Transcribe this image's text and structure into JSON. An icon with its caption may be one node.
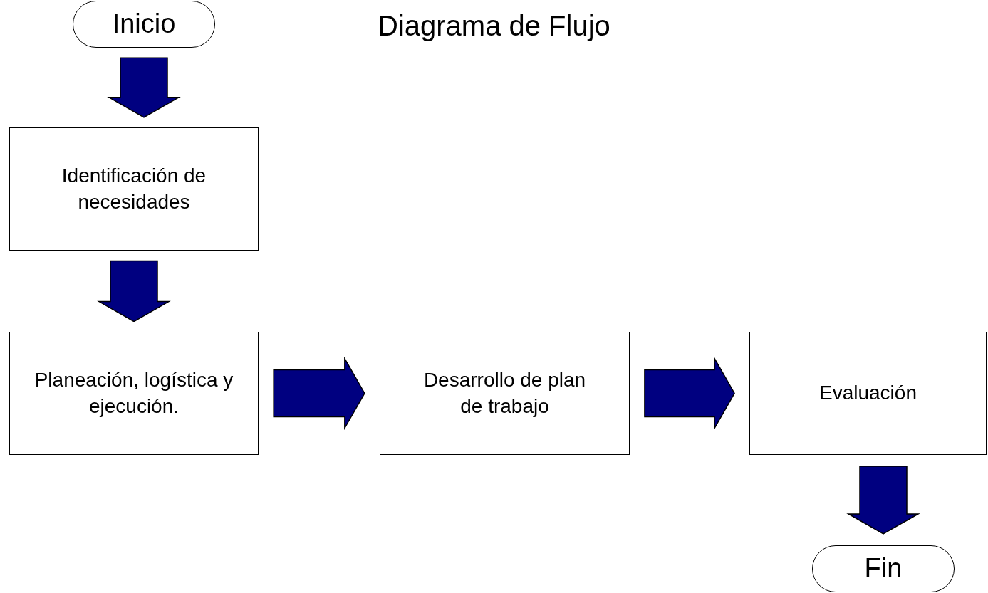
{
  "diagram": {
    "title": "Diagrama de Flujo",
    "nodes": [
      {
        "text": [
          "Inicio"
        ]
      },
      {
        "text": [
          "Identificación de necesidades"
        ]
      },
      {
        "text": [
          "Planeación, logística y ejecución."
        ]
      },
      {
        "text": [
          "Desarrollo de plan de trabajo"
        ]
      },
      {
        "text": [
          "Evaluación"
        ]
      },
      {
        "text": [
          "Fin"
        ]
      }
    ],
    "edges": [
      {
        "from": 0,
        "to": 1,
        "arrow": "to",
        "style": "thick",
        "color": "#000080"
      },
      {
        "from": 1,
        "to": 2,
        "arrow": "to",
        "style": "thick",
        "color": "#000080"
      },
      {
        "from": 2,
        "to": 3,
        "arrow": "to",
        "style": "thick",
        "color": "#000080"
      },
      {
        "from": 3,
        "to": 4,
        "arrow": "to",
        "style": "thick",
        "color": "#000080"
      },
      {
        "from": 4,
        "to": 5,
        "arrow": "to",
        "style": "thick",
        "color": "#000080"
      }
    ]
  }
}
